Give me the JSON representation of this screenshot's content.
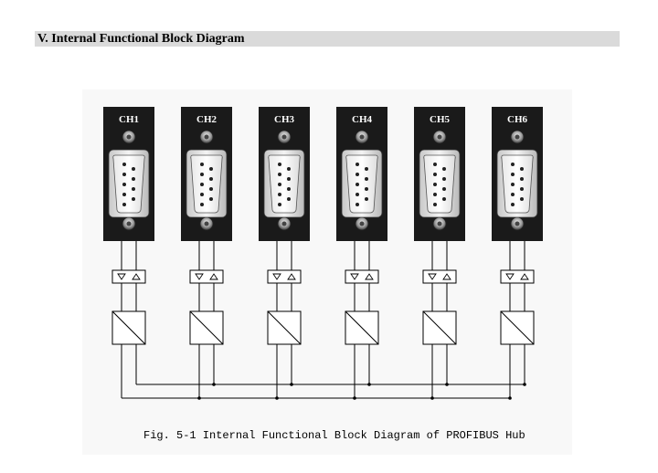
{
  "section": {
    "title": "V. Internal Functional Block Diagram"
  },
  "figure": {
    "caption": "Fig. 5-1 Internal Functional Block Diagram of PROFIBUS Hub",
    "channels": [
      {
        "label": "CH1"
      },
      {
        "label": "CH2"
      },
      {
        "label": "CH3"
      },
      {
        "label": "CH4"
      },
      {
        "label": "CH5"
      },
      {
        "label": "CH6"
      }
    ]
  },
  "colors": {
    "port_panel": "#1a1a1a",
    "line": "#000000",
    "section_bar": "#dadada"
  },
  "icons": [
    "db9-connector-icon",
    "bidirectional-driver-icon",
    "isolation-block-icon"
  ]
}
